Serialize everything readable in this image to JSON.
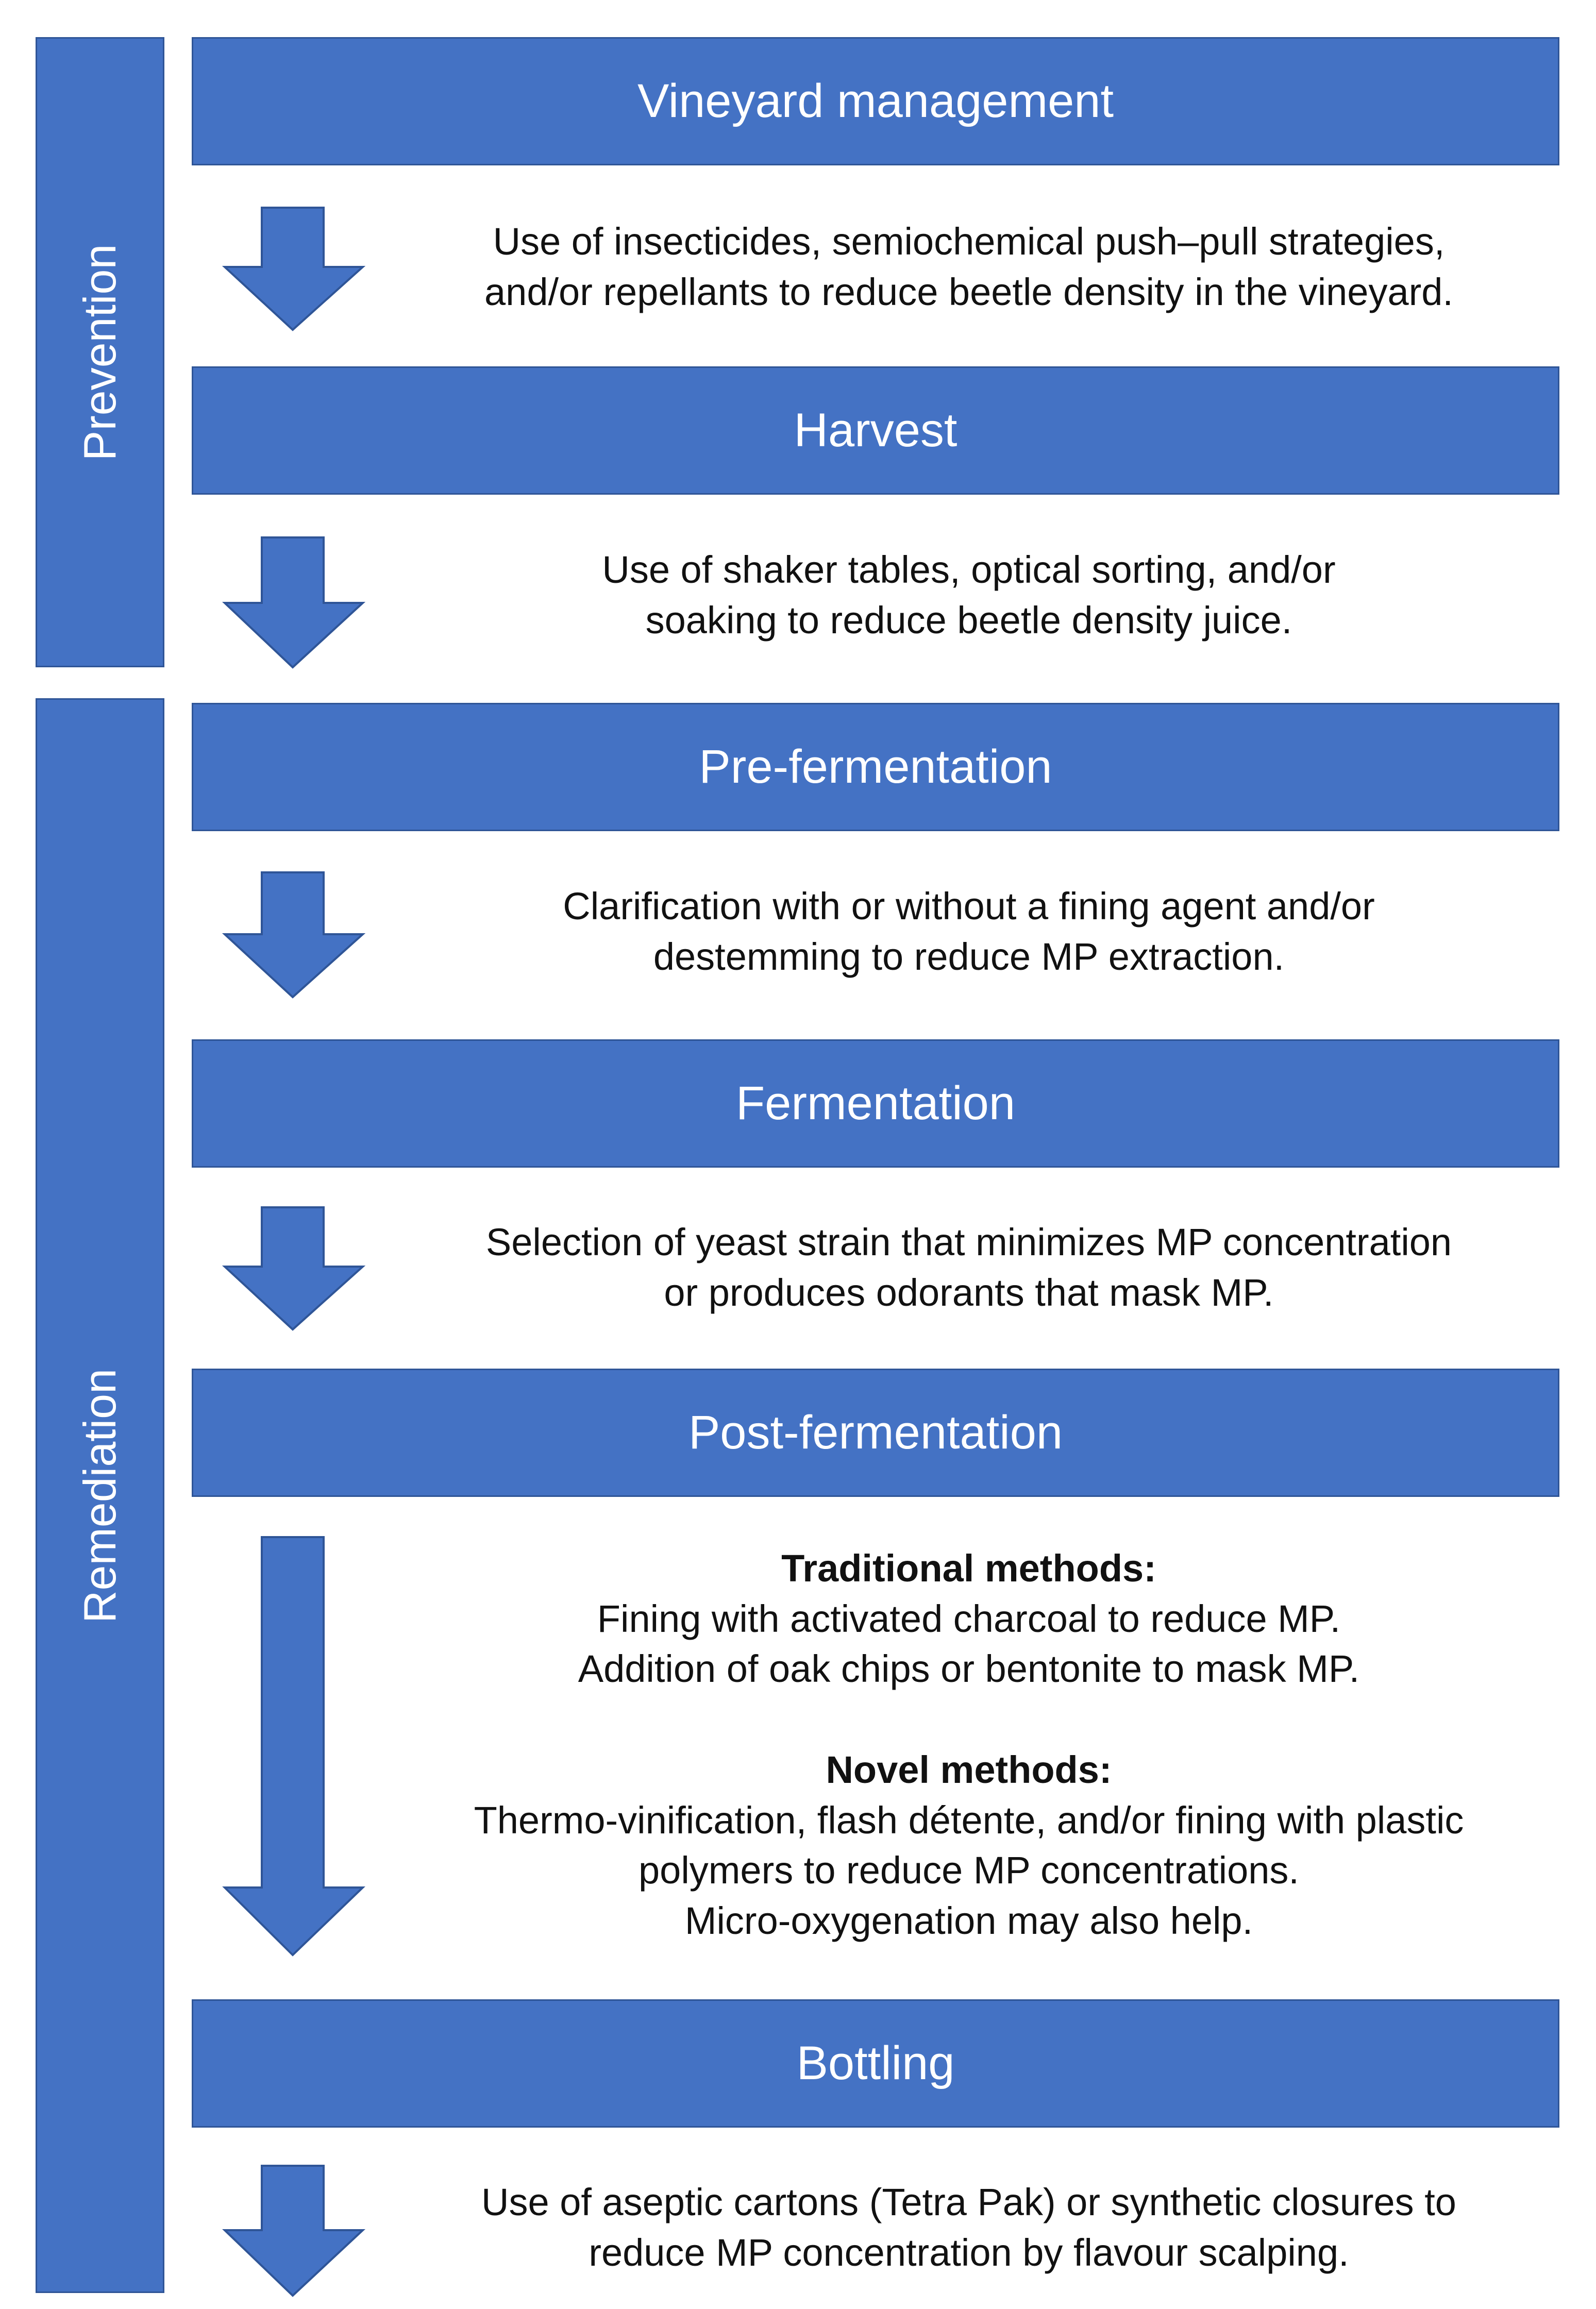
{
  "colors": {
    "box_fill": "#4472C4",
    "box_border": "#2F5597",
    "box_text": "#ffffff",
    "body_text": "#111111"
  },
  "phases": [
    {
      "label": "Prevention"
    },
    {
      "label": "Remediation"
    }
  ],
  "stages": [
    {
      "label": "Vineyard management"
    },
    {
      "label": "Harvest"
    },
    {
      "label": "Pre-fermentation"
    },
    {
      "label": "Fermentation"
    },
    {
      "label": "Post-fermentation"
    },
    {
      "label": "Bottling"
    }
  ],
  "steps": [
    {
      "lines": [
        "Use of insecticides, semiochemical push–pull strategies,",
        "and/or repellants to reduce beetle density in the vineyard."
      ]
    },
    {
      "lines": [
        "Use of shaker tables, optical sorting, and/or",
        "soaking to reduce beetle density juice."
      ]
    },
    {
      "lines": [
        "Clarification with or without a fining agent and/or",
        "destemming to reduce MP extraction."
      ]
    },
    {
      "lines": [
        "Selection of yeast strain that minimizes MP concentration",
        "or produces odorants that mask MP."
      ]
    },
    {
      "traditional_heading": "Traditional methods:",
      "traditional_lines": [
        "Fining with activated charcoal to reduce MP.",
        "Addition of oak chips or bentonite to mask MP."
      ],
      "novel_heading": "Novel methods:",
      "novel_lines": [
        "Thermo-vinification, flash détente, and/or fining with plastic",
        "polymers to reduce MP concentrations.",
        "Micro-oxygenation may also help."
      ]
    },
    {
      "lines": [
        "Use of aseptic cartons (Tetra Pak) or synthetic closures to",
        "reduce MP concentration by flavour scalping."
      ]
    }
  ]
}
